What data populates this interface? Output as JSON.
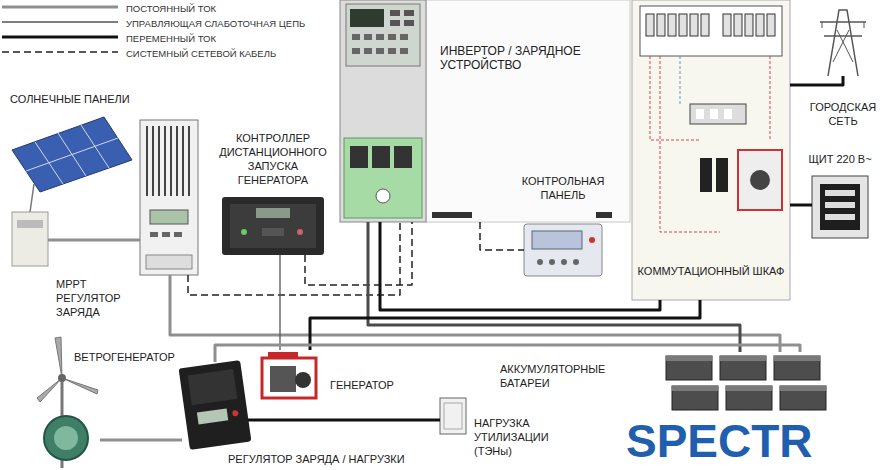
{
  "diagram": {
    "nodes": [
      {
        "text": [
          "СОЛНЕЧНЫЕ ПАНЕЛИ"
        ]
      },
      {
        "text": [
          "MPPT РЕГУЛЯТОР ЗАРЯДА"
        ]
      },
      {
        "text": [
          "КОНТРОЛЛЕР ДИСТАНЦИОННОГО ЗАПУСКА ГЕНЕРАТОРА"
        ]
      },
      {
        "text": [
          "ИНВЕРТОР / ЗАРЯДНОЕ УСТРОЙСТВО"
        ]
      },
      {
        "text": [
          "КОНТРОЛЬНАЯ ПАНЕЛЬ"
        ]
      },
      {
        "text": [
          "КОММУТАЦИОННЫЙ ШКАФ"
        ]
      },
      {
        "text": [
          "ГОРОДСКАЯ СЕТЬ"
        ]
      },
      {
        "text": [
          "ЩИТ 220 В~"
        ]
      },
      {
        "text": [
          "ВЕТРОГЕНЕРАТОР"
        ]
      },
      {
        "text": [
          "РЕГУЛЯТОР ЗАРЯДА / НАГРУЗКИ"
        ]
      },
      {
        "text": [
          "ГЕНЕРАТОР"
        ]
      },
      {
        "text": [
          "НАГРУЗКА УТИЛИЗАЦИИ (ТЭНы)"
        ]
      },
      {
        "text": [
          "АККУМУЛЯТОРНЫЕ БАТАРЕИ"
        ]
      }
    ],
    "edges": [
      {
        "from": 0,
        "to": 1,
        "arrow": "none"
      },
      {
        "from": 1,
        "to": 12,
        "arrow": "none"
      },
      {
        "from": 1,
        "to": 3,
        "arrow": "none"
      },
      {
        "from": 2,
        "to": 3,
        "arrow": "none"
      },
      {
        "from": 2,
        "to": 10,
        "arrow": "none"
      },
      {
        "from": 3,
        "to": 4,
        "arrow": "none"
      },
      {
        "from": 3,
        "to": 12,
        "arrow": "none"
      },
      {
        "from": 3,
        "to": 5,
        "arrow": "none"
      },
      {
        "from": 10,
        "to": 5,
        "arrow": "none"
      },
      {
        "from": 5,
        "to": 6,
        "arrow": "none"
      },
      {
        "from": 5,
        "to": 7,
        "arrow": "none"
      },
      {
        "from": 8,
        "to": 9,
        "arrow": "none"
      },
      {
        "from": 9,
        "to": 12,
        "arrow": "none"
      },
      {
        "from": 9,
        "to": 11,
        "arrow": "none"
      }
    ],
    "labels": [
      "SPECTR"
    ],
    "legend": [
      {
        "text": "ПОСТОЯННЫЙ ТОК"
      },
      {
        "text": "УПРАВЛЯЮЩАЯ СЛАБОТОЧНАЯ ЦЕПЬ"
      },
      {
        "text": "ПЕРЕМЕННЫЙ ТОК"
      },
      {
        "text": "СИСТЕМНЫЙ СЕТЕВОЙ КАБЕЛЬ"
      }
    ]
  }
}
